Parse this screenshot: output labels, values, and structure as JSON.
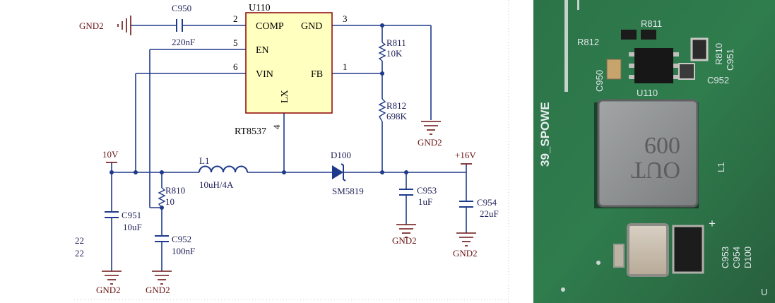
{
  "schematic": {
    "ic": {
      "ref": "U110",
      "part": "RT8537",
      "pins": {
        "comp": "COMP",
        "gnd": "GND",
        "en": "EN",
        "vin": "VIN",
        "fb": "FB",
        "lx": "LX"
      },
      "pin_numbers": {
        "comp": "2",
        "en": "5",
        "vin": "6",
        "gnd": "3",
        "fb": "1",
        "lx": "4"
      }
    },
    "components": {
      "c950": {
        "ref": "C950",
        "value": "220nF"
      },
      "r811": {
        "ref": "R811",
        "value": "10K"
      },
      "r812": {
        "ref": "R812",
        "value": "698K"
      },
      "l1": {
        "ref": "L1",
        "value": "10uH/4A"
      },
      "d100": {
        "ref": "D100",
        "value": "SM5819"
      },
      "r810": {
        "ref": "R810",
        "value": "10"
      },
      "c951": {
        "ref": "C951",
        "value": "10uF"
      },
      "c952": {
        "ref": "C952",
        "value": "100nF"
      },
      "c953": {
        "ref": "C953",
        "value": "1uF"
      },
      "c954": {
        "ref": "C954",
        "value": "22uF"
      }
    },
    "nets": {
      "vin": "10V",
      "vout": "+16V",
      "gnd": "GND2"
    },
    "edge_text": [
      "22",
      "22"
    ]
  },
  "photo": {
    "labels": {
      "r812": "R812",
      "r811": "R811",
      "r810": "R810",
      "c950": "C950",
      "c951": "C951",
      "c952": "C952",
      "u110": "U110",
      "c953": "C953",
      "c954": "C954",
      "d100": "D100",
      "l1": "L1",
      "plus": "+",
      "silk_side": "39_SPOWE",
      "inductor_mark_1": "009",
      "inductor_mark_2": "OUT",
      "edge_u": "U"
    },
    "colors": {
      "board": "#2f7a4b",
      "silk": "#e8ecef",
      "metal": "#8f9294",
      "pad": "#c9c9c3"
    }
  }
}
